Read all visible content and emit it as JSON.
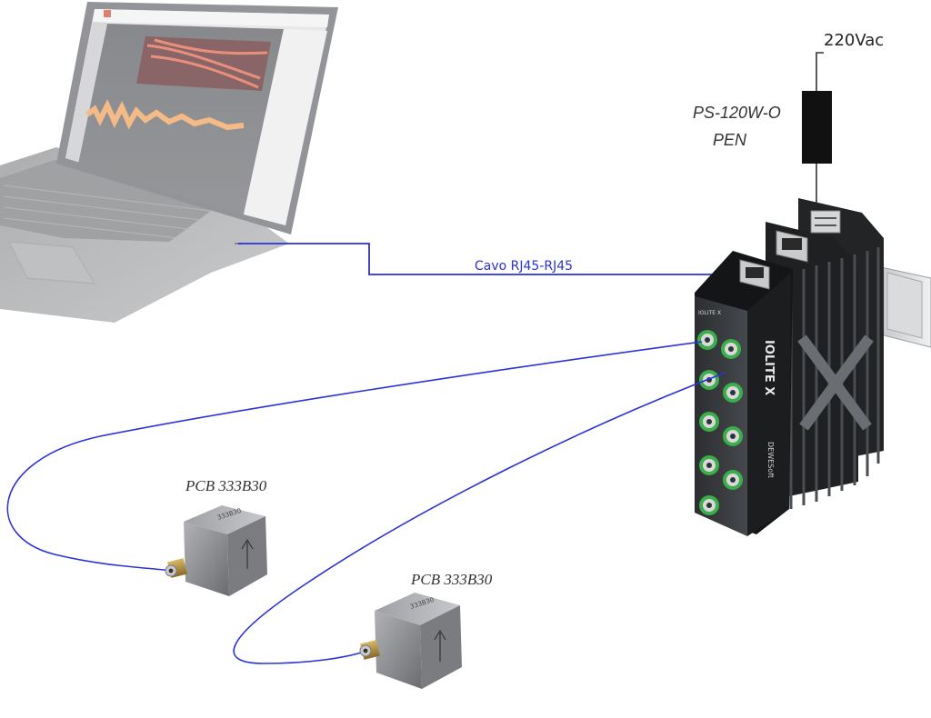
{
  "labels": {
    "mains": "220Vac",
    "psu_line1": "PS-120W-O",
    "psu_line2": "PEN",
    "cable": "Cavo RJ45-RJ45",
    "sensor1": "PCB 333B30",
    "sensor2": "PCB 333B30",
    "device_brand": "IOLITE X",
    "device_maker": "DEWESoft",
    "device_tag": "IOLITE X"
  },
  "colors": {
    "cable": "#2a32d8",
    "power_line": "#333333",
    "psu": "#111111",
    "device": "#3a3d40",
    "fins": "#1a1b1d",
    "bnc_ring": "#3cae4a",
    "laptop": "#9a9c9e",
    "screen_plot": "#c8503a",
    "waveform": "#e8904a",
    "sensor_body": "#8a8c90"
  },
  "icons": {
    "laptop": "laptop-icon",
    "daq": "daq-device-icon",
    "psu": "power-supply-icon",
    "sensor": "accelerometer-icon",
    "din_rail": "din-rail-icon"
  }
}
